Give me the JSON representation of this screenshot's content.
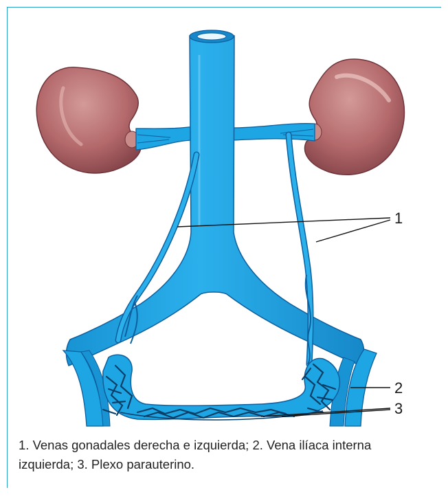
{
  "labels": {
    "l1": "1",
    "l2": "2",
    "l3": "3"
  },
  "caption": {
    "line1": "1. Venas gonadales derecha e izquierda;  2. Vena ilíaca interna",
    "line2": "izquierda; 3. Plexo parauterino."
  },
  "colors": {
    "frame": "#29a3c4",
    "vein": "#1ea5e3",
    "vein_dark": "#0d5f9e",
    "kidney": "#b86b6b",
    "kidney_dark": "#7a3b40"
  }
}
